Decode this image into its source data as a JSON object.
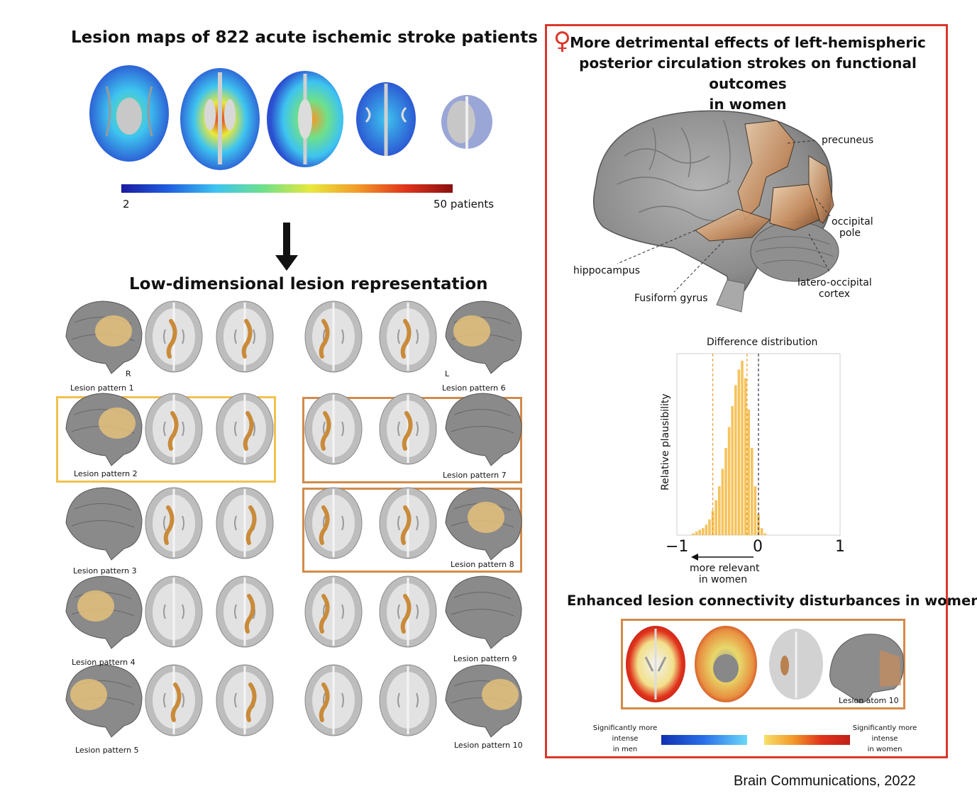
{
  "left": {
    "title": "Lesion maps of 822 acute ischemic stroke patients",
    "colorbar": {
      "min_label": "2",
      "max_label": "50 patients",
      "stops": [
        "#1a1aa0",
        "#1f5fe0",
        "#3ec4f0",
        "#6fe08a",
        "#e8e83c",
        "#f29a2a",
        "#e0341c",
        "#8a1010"
      ]
    },
    "subtitle": "Low-dimensional lesion representation",
    "hemisphere_R": "R",
    "hemisphere_L": "L",
    "patterns": [
      "Lesion pattern 1",
      "Lesion pattern 2",
      "Lesion pattern 3",
      "Lesion pattern 4",
      "Lesion pattern 5",
      "Lesion pattern 6",
      "Lesion pattern 7",
      "Lesion pattern 8",
      "Lesion pattern 9",
      "Lesion pattern 10"
    ],
    "highlight_colors": {
      "yellow": "#f2c14e",
      "orange": "#d38b4a"
    }
  },
  "right": {
    "female_symbol": "♀",
    "title_line1": "More detrimental effects of left-hemispheric",
    "title_line2": "posterior circulation strokes on functional outcomes",
    "title_line3": "in women",
    "regions": {
      "precuneus": "precuneus",
      "occipital_line1": "occipital",
      "occipital_line2": "pole",
      "hippocampus": "hippocampus",
      "fusiform": "Fusiform gyrus",
      "latero_line1": "latero-occipital",
      "latero_line2": "cortex"
    },
    "border_color": "#d9382a",
    "connectivity_title": "Enhanced lesion connectivity disturbances in women",
    "lesion_atom": "Lesion atom 10",
    "legend_men_line1": "Significantly more",
    "legend_men_line2": "intense",
    "legend_men_line3": "in men",
    "legend_women_line1": "Significantly more",
    "legend_women_line2": "intense",
    "legend_women_line3": "in women"
  },
  "chart_data": {
    "type": "bar",
    "title": "Difference distribution",
    "xlabel": "",
    "ylabel": "Relative plausibility",
    "xlim": [
      -1,
      1
    ],
    "xticks": [
      "−1",
      "0",
      "1"
    ],
    "arrow_label_line1": "more relevant",
    "arrow_label_line2": "in women",
    "bar_color": "#f6c35c",
    "interval_lines": [
      -0.56,
      -0.14
    ],
    "zero_line": 0,
    "x": [
      -0.8,
      -0.76,
      -0.72,
      -0.68,
      -0.64,
      -0.6,
      -0.56,
      -0.52,
      -0.48,
      -0.44,
      -0.4,
      -0.36,
      -0.32,
      -0.28,
      -0.24,
      -0.2,
      -0.16,
      -0.12,
      -0.08,
      -0.04,
      0.0,
      0.04,
      0.08
    ],
    "values": [
      0.01,
      0.02,
      0.03,
      0.04,
      0.06,
      0.09,
      0.14,
      0.2,
      0.28,
      0.38,
      0.5,
      0.62,
      0.74,
      0.86,
      0.95,
      1.0,
      0.9,
      0.72,
      0.5,
      0.28,
      0.12,
      0.04,
      0.01
    ]
  },
  "credit": "Brain Communications, 2022"
}
